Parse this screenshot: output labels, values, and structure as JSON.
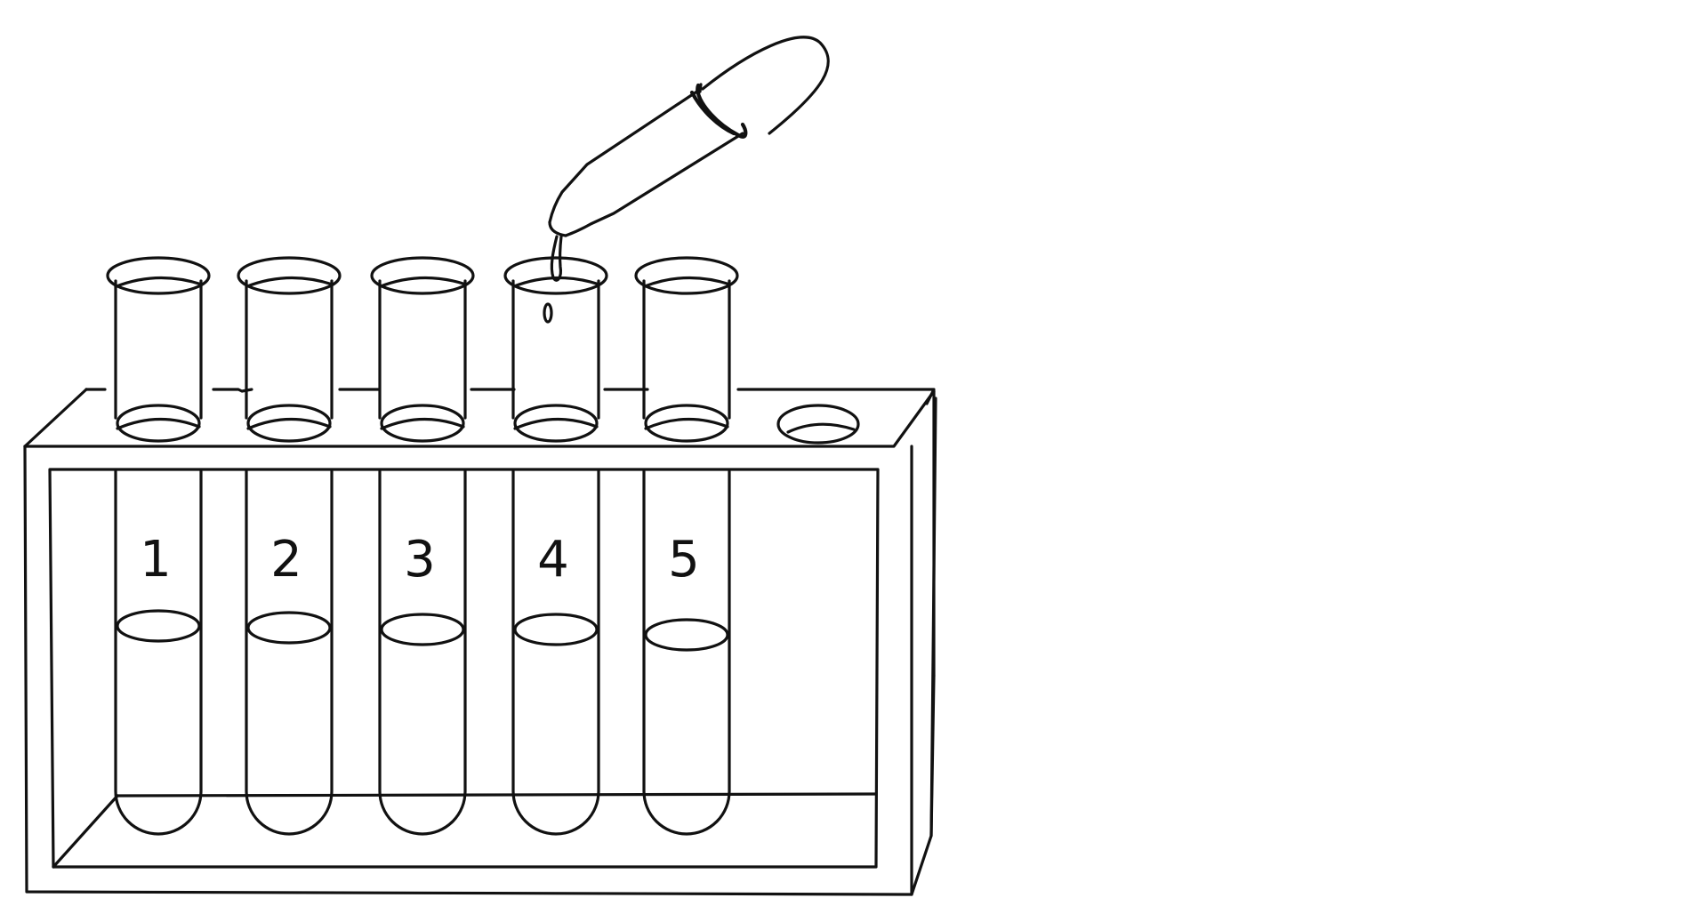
{
  "test_tubes": [
    {
      "label": "1"
    },
    {
      "label": "2"
    },
    {
      "label": "3"
    },
    {
      "label": "4"
    },
    {
      "label": "5"
    }
  ],
  "empty_slots": 1,
  "dropper_over_tube": "4",
  "colors": {
    "line": "#111111",
    "background": "#ffffff"
  }
}
